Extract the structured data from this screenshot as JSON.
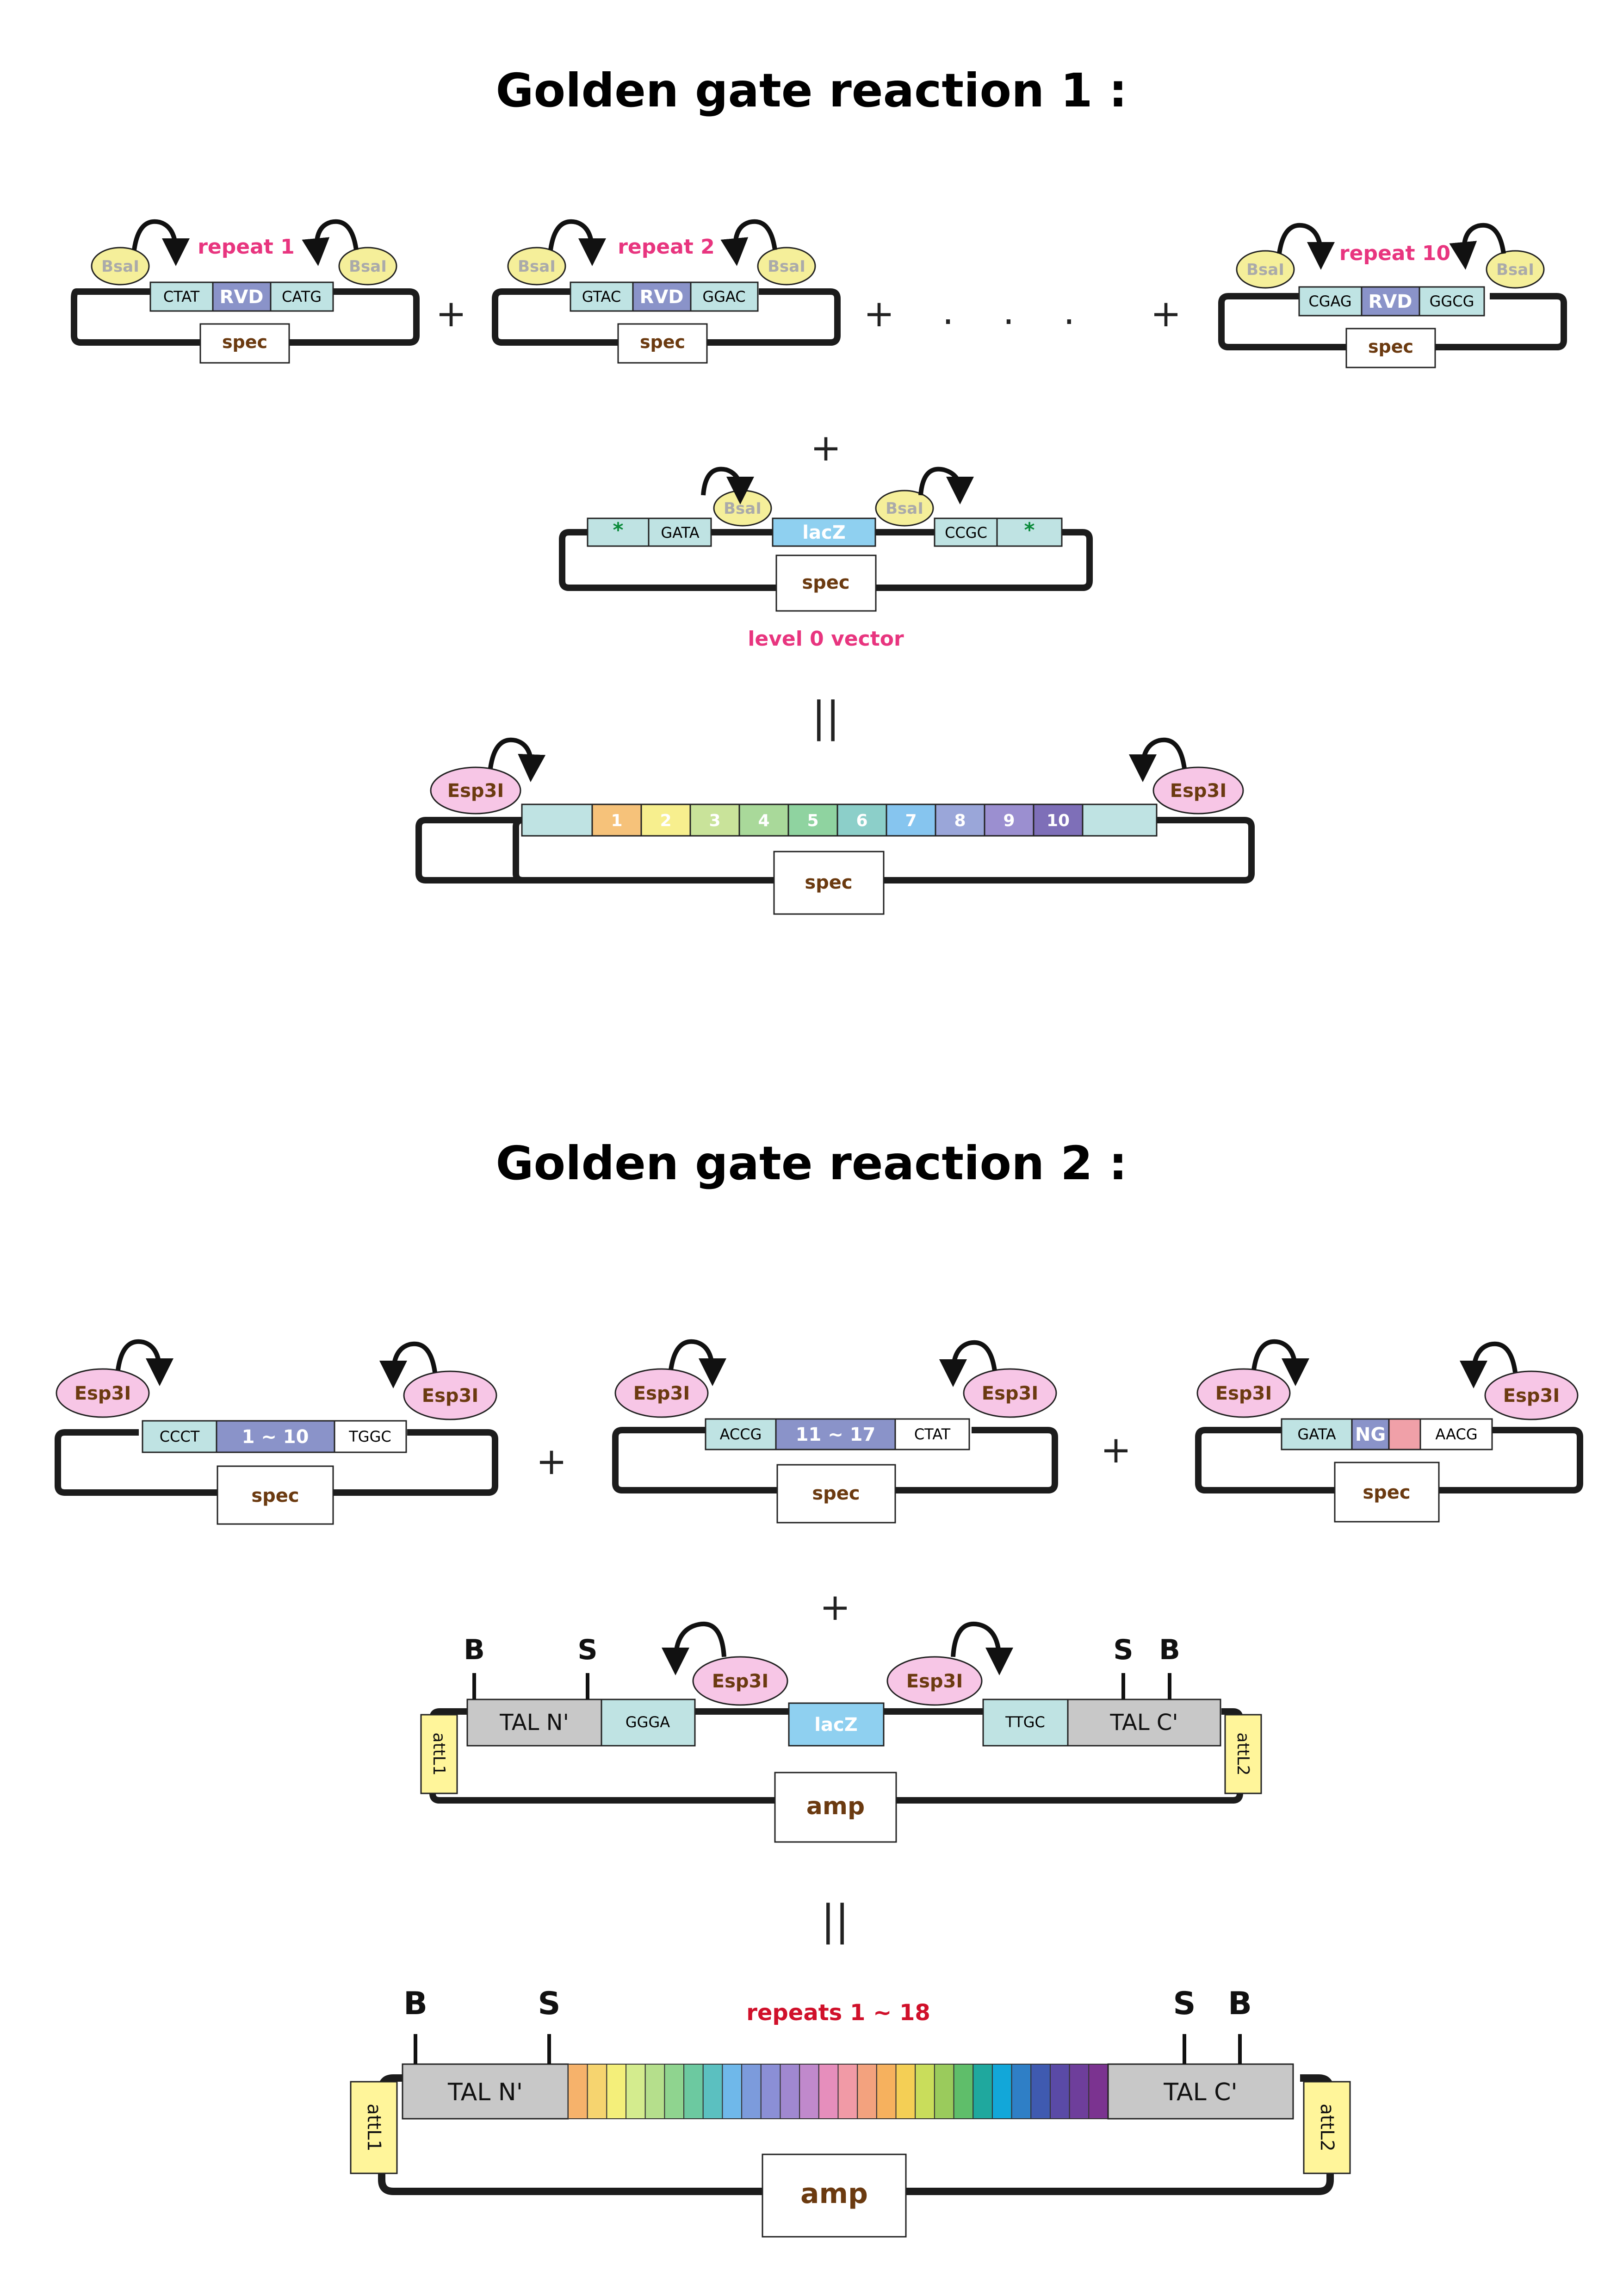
{
  "titles": {
    "reaction1": "Golden gate reaction 1 :",
    "reaction2": "Golden gate reaction 2 :"
  },
  "operators": {
    "plus": "+",
    "ellipsis": ". . .",
    "equals": "||"
  },
  "enzymes": {
    "bsai": "BsaI",
    "esp3i": "Esp3I"
  },
  "labels": {
    "repeat1": "repeat 1",
    "repeat2": "repeat 2",
    "repeat10": "repeat 10",
    "rvd": "RVD",
    "spec": "spec",
    "amp": "amp",
    "lacz": "lacZ",
    "level0": "level 0 vector",
    "tal_n": "TAL N'",
    "tal_c": "TAL C'",
    "attl1": "attL1",
    "attl2": "attL2",
    "b": "B",
    "s": "S",
    "repeats_1_18": "repeats 1 ~ 18",
    "star": "*",
    "range_1_10": "1 ~ 10",
    "range_11_17": "11 ~ 17",
    "ng": "NG"
  },
  "overhangs": {
    "r1_left": "CTAT",
    "r1_right": "CATG",
    "r2_left": "GTAC",
    "r2_right": "GGAC",
    "r10_left": "CGAG",
    "r10_right": "GGCG",
    "vec_left": "GATA",
    "vec_right": "CCGC",
    "a_left": "CCCT",
    "a_right": "TGGC",
    "b_left": "ACCG",
    "b_right": "CTAT",
    "c_left": "GATA",
    "c_right": "AACG",
    "d_left": "GGGA",
    "d_right": "TTGC"
  },
  "level1_repeats": [
    "1",
    "2",
    "3",
    "4",
    "5",
    "6",
    "7",
    "8",
    "9",
    "10"
  ],
  "colors": {
    "overhang": "#bfe3e3",
    "rvd": "#8a93c9",
    "bsai": "#f5ef9a",
    "esp3i": "#f7c6e6",
    "lacz": "#8fd0f0",
    "tal": "#c8c8c8",
    "att": "#fff59a",
    "pink_text": "#e8357f",
    "red_text": "#d0102a",
    "brown_text": "#6b3a10",
    "ng_red": "#f0a0a8"
  },
  "repeat_colors": [
    "#f6c27a",
    "#f7ef8e",
    "#c9e39a",
    "#a9d99a",
    "#8fd3a0",
    "#8ccfc9",
    "#86c5ef",
    "#9aa6d9",
    "#9b8fd0",
    "#7e6fb8"
  ],
  "final_stripes": [
    "#f6b26b",
    "#f6d46f",
    "#f4ef7a",
    "#d4ec8e",
    "#b5df8c",
    "#8fd48f",
    "#6cc9a0",
    "#5bc0c0",
    "#6fb8ea",
    "#7c9bdc",
    "#8b8fd6",
    "#a088d0",
    "#c089cc",
    "#e68ebc",
    "#f19aa6",
    "#f3a27e",
    "#f6b15e",
    "#f4cf55",
    "#c9dd5b",
    "#9acb5c",
    "#5fbe6a",
    "#1fa89e",
    "#12a7d9",
    "#2f7fc6",
    "#3f5ab0",
    "#5a4aa6",
    "#6e3e9b",
    "#7b3390"
  ]
}
